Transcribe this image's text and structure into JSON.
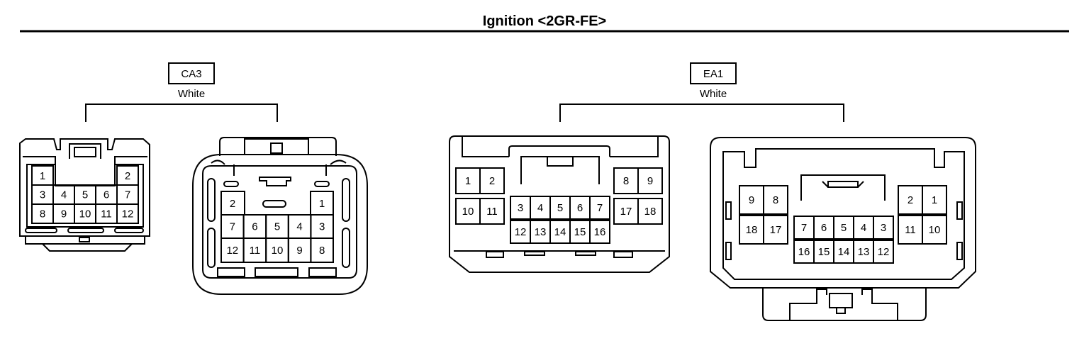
{
  "title": "Ignition <2GR-FE>",
  "connectors": {
    "ca3": {
      "id": "CA3",
      "color": "White"
    },
    "ea1": {
      "id": "EA1",
      "color": "White"
    }
  },
  "pins": {
    "c1": {
      "top": [
        "1",
        "2"
      ],
      "row2": [
        "3",
        "4",
        "5",
        "6",
        "7"
      ],
      "row3": [
        "8",
        "9",
        "10",
        "11",
        "12"
      ]
    },
    "c2": {
      "row1": [
        "2",
        "1"
      ],
      "row2": [
        "7",
        "6",
        "5",
        "4",
        "3"
      ],
      "row3": [
        "12",
        "11",
        "10",
        "9",
        "8"
      ]
    },
    "c3": {
      "left1": [
        "1",
        "2"
      ],
      "left2": [
        "10",
        "11"
      ],
      "mid1": [
        "3",
        "4",
        "5",
        "6",
        "7"
      ],
      "mid2": [
        "12",
        "13",
        "14",
        "15",
        "16"
      ],
      "right1": [
        "8",
        "9"
      ],
      "right2": [
        "17",
        "18"
      ]
    },
    "c4": {
      "left1": [
        "9",
        "8"
      ],
      "left2": [
        "18",
        "17"
      ],
      "mid1": [
        "7",
        "6",
        "5",
        "4",
        "3"
      ],
      "mid2": [
        "16",
        "15",
        "14",
        "13",
        "12"
      ],
      "right1": [
        "2",
        "1"
      ],
      "right2": [
        "11",
        "10"
      ]
    }
  }
}
